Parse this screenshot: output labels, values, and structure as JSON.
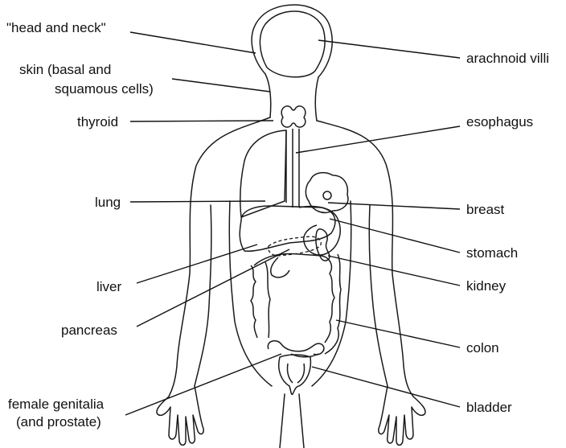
{
  "labels": {
    "head_neck": "\"head and neck\"",
    "skin_line1": "skin (basal and",
    "skin_line2": "squamous cells)",
    "thyroid": "thyroid",
    "lung": "lung",
    "liver": "liver",
    "pancreas": "pancreas",
    "genitalia_line1": "female genitalia",
    "genitalia_line2": "(and prostate)",
    "arachnoid": "arachnoid villi",
    "esophagus": "esophagus",
    "breast": "breast",
    "stomach": "stomach",
    "kidney": "kidney",
    "colon": "colon",
    "bladder": "bladder"
  }
}
